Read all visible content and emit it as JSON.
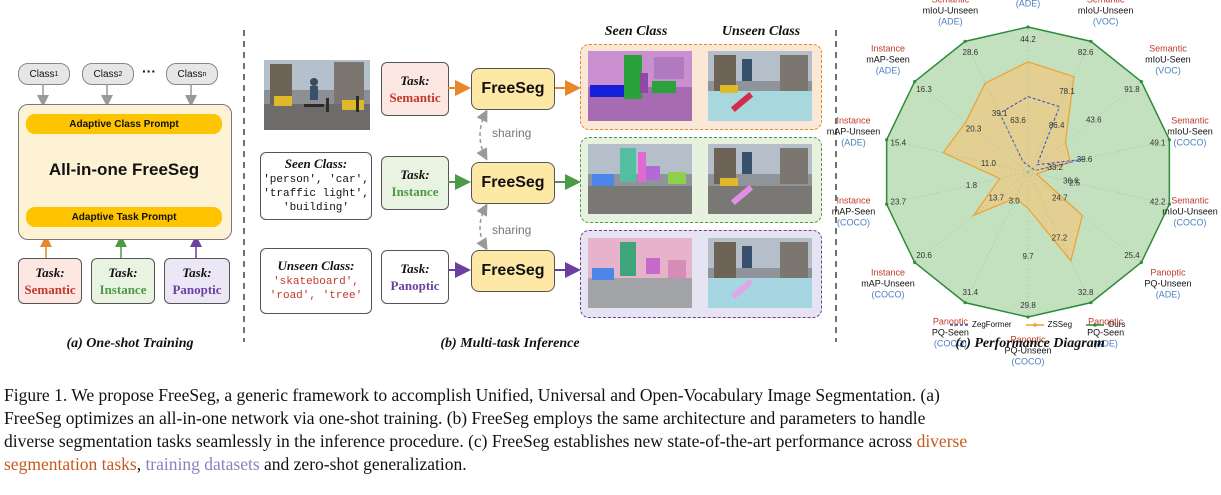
{
  "panel_a": {
    "classes": [
      "Class",
      "Class",
      "Class"
    ],
    "class_subs": [
      "1",
      "2",
      "n"
    ],
    "ellipsis": "···",
    "top_prompt": "Adaptive Class Prompt",
    "title": "All-in-one FreeSeg",
    "bottom_prompt": "Adaptive Task Prompt",
    "tasks": [
      {
        "label": "Task:",
        "name": "Semantic",
        "color": "#c0392b",
        "bg": "#fde7e3"
      },
      {
        "label": "Task:",
        "name": "Instance",
        "color": "#4c9a47",
        "bg": "#e8f3e2"
      },
      {
        "label": "Task:",
        "name": "Panoptic",
        "color": "#6b3fa0",
        "bg": "#ebe7f5"
      }
    ],
    "caption": "(a) One-shot Training"
  },
  "panel_b": {
    "seen_header": "Seen Class:",
    "seen_text": "'person', 'car', 'traffic light', 'building'",
    "unseen_header": "Unseen Class:",
    "unseen_text": "'skateboard', 'road', 'tree'",
    "tasks": [
      {
        "label": "Task:",
        "name": "Semantic",
        "color": "#c0392b",
        "bg": "#fde7e3"
      },
      {
        "label": "Task:",
        "name": "Instance",
        "color": "#4c9a47",
        "bg": "#e8f3e2"
      },
      {
        "label": "Task:",
        "name": "Panoptic",
        "color": "#6b3fa0",
        "bg": "#ffffff"
      }
    ],
    "freeseg": "FreeSeg",
    "sharing": "sharing",
    "col_seen": "Seen Class",
    "col_unseen": "Unseen Class",
    "caption": "(b) Multi-task Inference"
  },
  "panel_c": {
    "caption": "(c) Performance Diagram",
    "legend": [
      "ZegFormer",
      "ZSSeg",
      "Ours"
    ],
    "colors": {
      "zegformer": "#3f55c8",
      "zsseg": "#f0a030",
      "ours": "#2e8b3a"
    },
    "axes": [
      {
        "kind": "Semantic",
        "metric": "mIoU-Unseen",
        "dataset": "(VOC)"
      },
      {
        "kind": "Semantic",
        "metric": "mIoU-Seen",
        "dataset": "(VOC)"
      },
      {
        "kind": "Semantic",
        "metric": "mIoU-Seen",
        "dataset": "(COCO)"
      },
      {
        "kind": "Semantic",
        "metric": "mIoU-Unseen",
        "dataset": "(COCO)"
      },
      {
        "kind": "Panoptic",
        "metric": "PQ-Unseen",
        "dataset": "(ADE)"
      },
      {
        "kind": "Panoptic",
        "metric": "PQ-Seen",
        "dataset": "(ADE)"
      },
      {
        "kind": "Panoptic",
        "metric": "PQ-Unseen",
        "dataset": "(COCO)"
      },
      {
        "kind": "Panoptic",
        "metric": "PQ-Seen",
        "dataset": "(COCO)"
      },
      {
        "kind": "Instance",
        "metric": "mAP-Unseen",
        "dataset": "(COCO)"
      },
      {
        "kind": "Instance",
        "metric": "mAP-Seen",
        "dataset": "(COCO)"
      },
      {
        "kind": "Instance",
        "metric": "mAP-Unseen",
        "dataset": "(ADE)"
      },
      {
        "kind": "Instance",
        "metric": "mAP-Seen",
        "dataset": "(ADE)"
      },
      {
        "kind": "Semantic",
        "metric": "mIoU-Unseen",
        "dataset": "(ADE)"
      },
      {
        "kind": "Semantic",
        "metric": "mIoU-Seen",
        "dataset": "(ADE)"
      }
    ],
    "ours_values": [
      "82.6",
      "91.8",
      "49.1",
      "42.2",
      "25.4",
      "32.8",
      "29.8",
      "31.4",
      "20.6",
      "23.7",
      "15.4",
      "16.3",
      "28.6",
      "44.2"
    ],
    "zsseg_values": [
      "78.1",
      "43.6",
      "39.6",
      "2.5",
      "24.7",
      "27.2",
      "9.7",
      "3.0",
      "13.7",
      "1.8",
      "11.0",
      "20.3",
      "39.1"
    ],
    "zegformer_values": [
      "86.4",
      "36.6",
      "33.2",
      "63.6"
    ]
  },
  "figure_caption": {
    "line1": "Figure 1.  We propose FreeSeg, a generic framework to accomplish Unified, Universal and Open-Vocabulary Image Segmentation. (a)",
    "line2": "FreeSeg optimizes an all-in-one network via one-shot training.  (b) FreeSeg employs the same architecture and parameters to handle",
    "line3": "diverse segmentation tasks seamlessly in the inference procedure. (c) FreeSeg establishes new state-of-the-art performance across",
    "hl_diverse": "diverse",
    "hl_tasks": "segmentation tasks",
    "comma": ",",
    "hl_datasets": "training datasets",
    "tail": "and zero-shot generalization."
  }
}
